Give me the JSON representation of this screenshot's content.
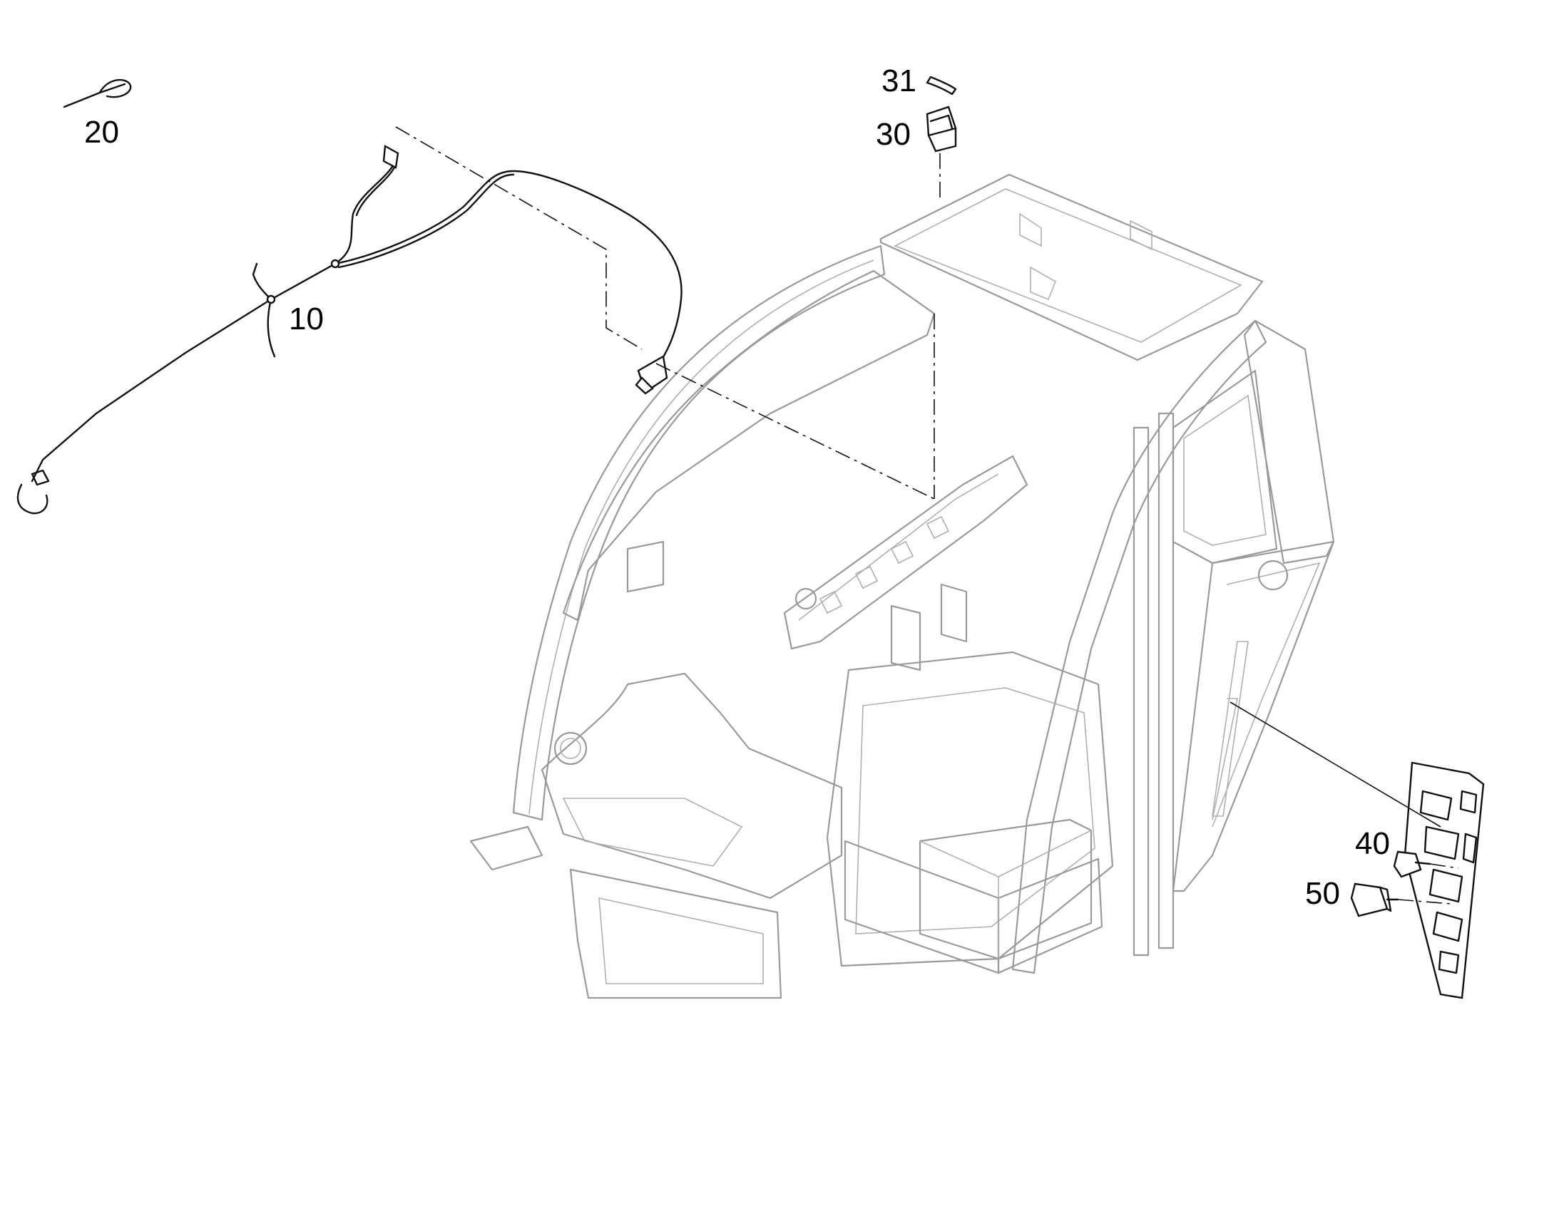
{
  "callouts": {
    "item_10": "10",
    "item_20": "20",
    "item_30": "30",
    "item_31": "31",
    "item_40": "40",
    "item_50": "50"
  },
  "colors": {
    "part_line": "#111111",
    "frame_line": "#9a9a9a",
    "background": "#ffffff"
  }
}
